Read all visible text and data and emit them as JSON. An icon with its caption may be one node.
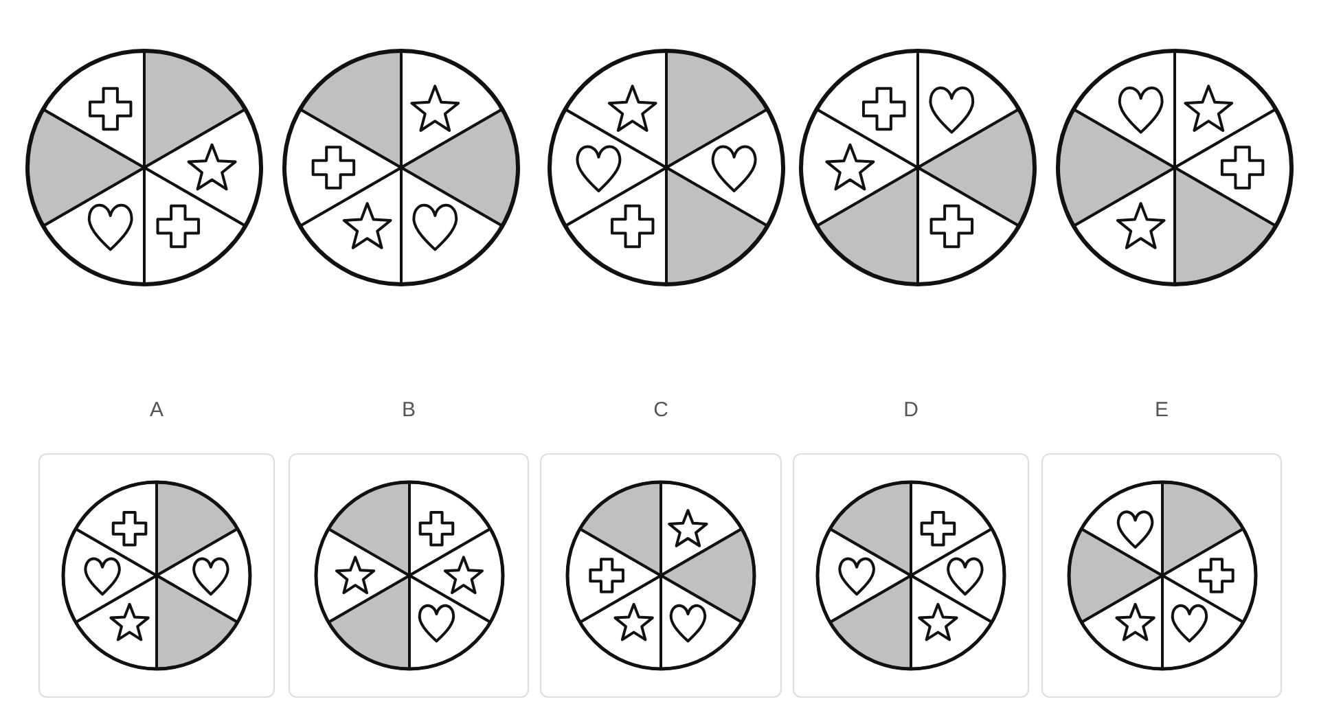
{
  "diagram": {
    "nodes": [
      {
        "text": [],
        "shape": "circle"
      },
      {
        "text": [],
        "shape": "circle"
      },
      {
        "text": [],
        "shape": "circle"
      },
      {
        "text": [],
        "shape": "circle"
      },
      {
        "text": [],
        "shape": "circle"
      },
      {
        "text": [
          "A"
        ]
      },
      {
        "text": [
          "B"
        ]
      },
      {
        "text": [
          "C"
        ]
      },
      {
        "text": [
          "D"
        ]
      },
      {
        "text": [
          "E"
        ]
      }
    ]
  }
}
